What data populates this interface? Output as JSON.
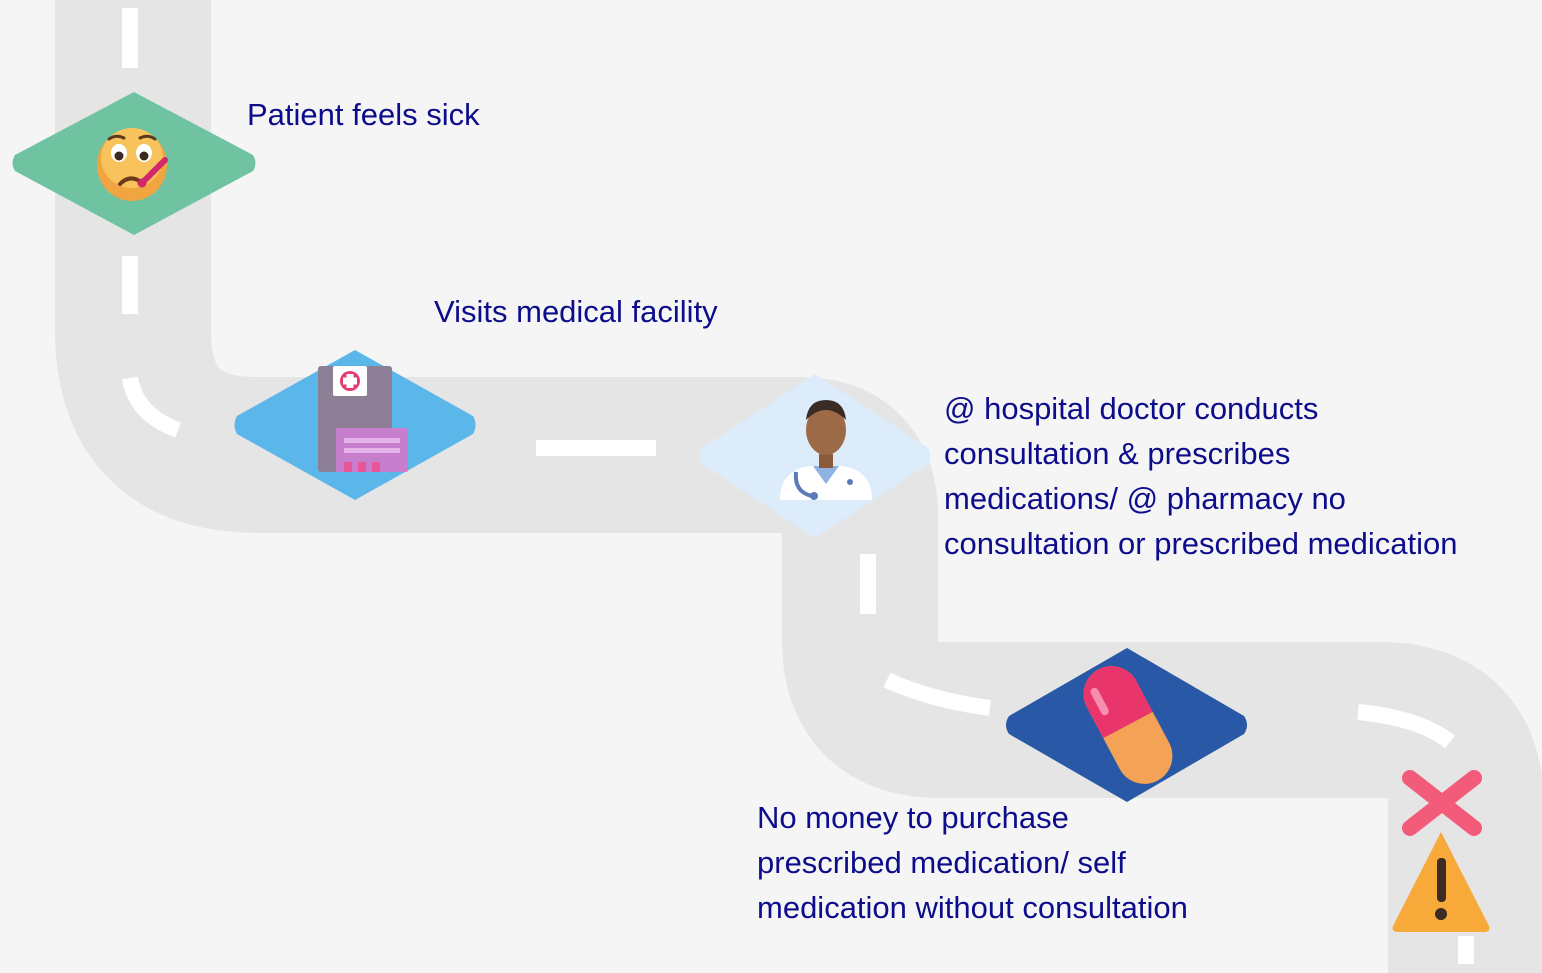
{
  "colors": {
    "background": "#f5f5f5",
    "road": "#e5e5e5",
    "road_marking": "#ffffff",
    "text": "#0d0d8c",
    "diamond_sick": "#6fc3a0",
    "diamond_facility": "#5bb6ea",
    "diamond_doctor": "#dcecfb",
    "diamond_medication": "#2858a6"
  },
  "steps": [
    {
      "icon": "sick-face-with-thermometer-icon",
      "label": "Patient feels sick"
    },
    {
      "icon": "hospital-building-icon",
      "label": "Visits medical facility"
    },
    {
      "icon": "doctor-with-stethoscope-icon",
      "label": "@ hospital doctor conducts\nconsultation & prescribes\nmedications/ @ pharmacy no\nconsultation or prescribed medication"
    },
    {
      "icon": "pill-capsule-icon",
      "label": "No money to purchase\nprescribed medication/ self\nmedication without consultation"
    },
    {
      "icon": "cross-mark-and-warning-icon",
      "label": ""
    }
  ]
}
